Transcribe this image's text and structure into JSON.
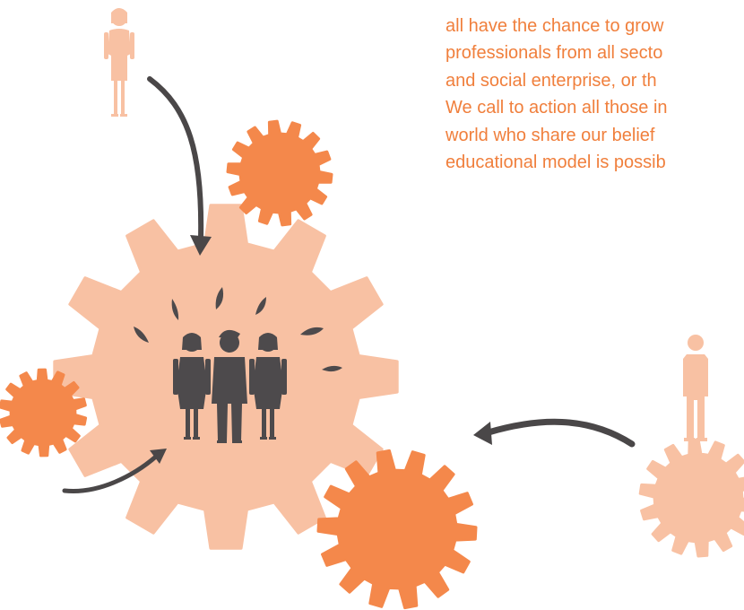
{
  "body_text": [
    "all have the chance to grow",
    "professionals from all secto",
    "and social enterprise, or th",
    "We call to action all those in",
    "world who share our belief",
    "educational model is possib"
  ],
  "colors": {
    "text": "#f07f3c",
    "gear_light": "#f8c1a3",
    "gear_dark": "#f4884b",
    "figure_light": "#f8c1a3",
    "figure_dark": "#4d4a4c",
    "arrow": "#4a4748"
  }
}
